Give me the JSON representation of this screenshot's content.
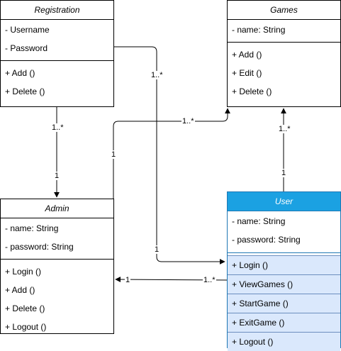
{
  "classes": {
    "registration": {
      "title": "Registration",
      "attributes": [
        "- Username",
        "- Password"
      ],
      "operations": [
        "+ Add ()",
        "+ Delete ()"
      ]
    },
    "games": {
      "title": "Games",
      "attributes": [
        "- name: String"
      ],
      "operations": [
        "+ Add ()",
        "+ Edit ()",
        "+ Delete ()"
      ]
    },
    "admin": {
      "title": "Admin",
      "attributes": [
        "- name: String",
        "- password: String"
      ],
      "operations": [
        "+ Login ()",
        "+ Add ()",
        "+ Delete ()",
        "+ Logout ()"
      ]
    },
    "user": {
      "title": "User",
      "attributes": [
        "- name: String",
        "- password: String"
      ],
      "operations": [
        "+ Login ()",
        "+ ViewGames ()",
        "+ StartGame ()",
        "+ ExitGame ()",
        "+ Logout ()"
      ]
    }
  },
  "multiplicities": {
    "reg_user_source": "1..*",
    "reg_user_target": "1",
    "reg_admin_source": "1..*",
    "reg_admin_target": "1",
    "admin_games_source": "1",
    "admin_games_target": "1..*",
    "user_games_target": "1..*",
    "user_games_source": "1",
    "user_admin_source": "1..*",
    "user_admin_target": "1"
  },
  "colors": {
    "user_header": "#1ba1e2",
    "user_operations": "#dae8fc",
    "line": "#000000"
  }
}
